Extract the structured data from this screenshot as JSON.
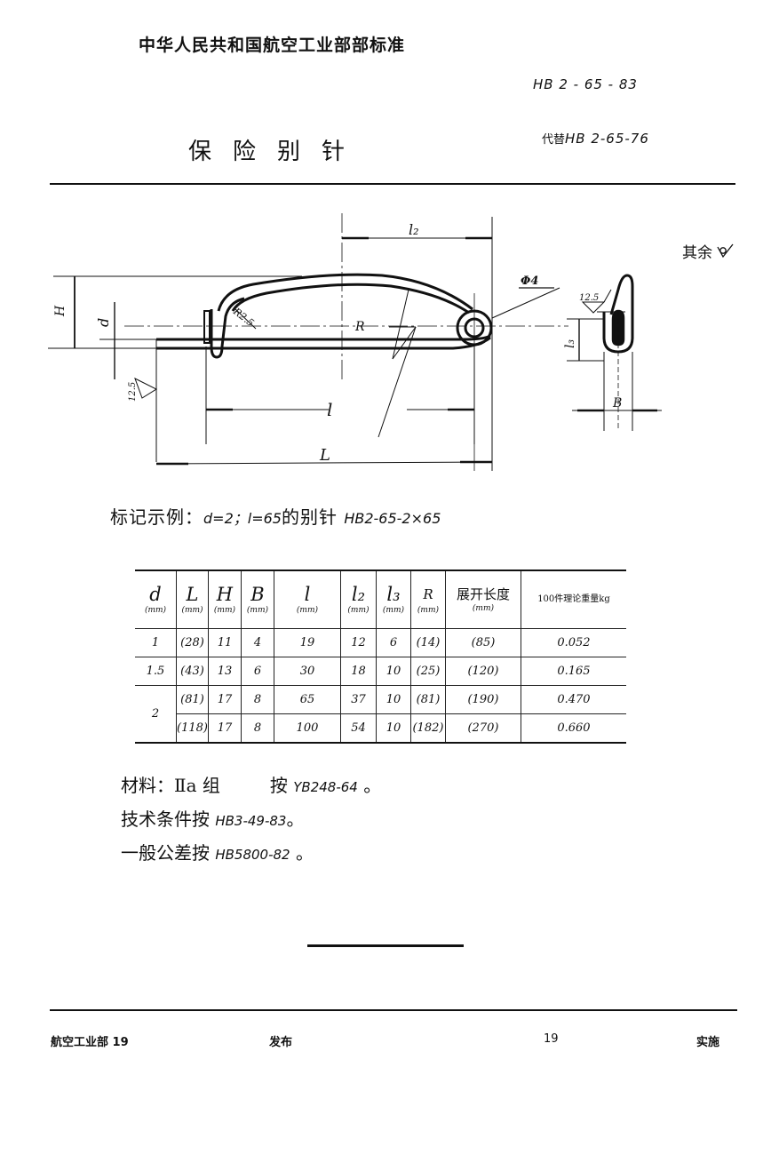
{
  "header": {
    "organization": "中华人民共和国航空工业部部标准",
    "standard_number": "HB 2 - 65 - 83",
    "title": "保险别针",
    "replaces_label": "代替",
    "replaces_code": "HB 2-65-76"
  },
  "drawing": {
    "surface_rest_label": "其余",
    "surface_rest_symbol": "circle-checkmark",
    "dimension_labels": {
      "H": "H",
      "d": "d",
      "R25": "R2.5",
      "R": "R",
      "l2": "l₂",
      "phi4": "Φ4",
      "l": "l",
      "L": "L",
      "l3": "l₃",
      "B": "B",
      "roughness_left": "12.5",
      "roughness_right": "12.5"
    }
  },
  "marking_example": {
    "label": "标记示例：",
    "condition": "d=2；l=65",
    "object": "的别针",
    "code": "HB2-65-2×65"
  },
  "table": {
    "columns": [
      {
        "symbol": "d",
        "unit": "(mm)"
      },
      {
        "symbol": "L",
        "unit": "(mm)"
      },
      {
        "symbol": "H",
        "unit": "(mm)"
      },
      {
        "symbol": "B",
        "unit": "(mm)"
      },
      {
        "symbol": "l",
        "unit": "(mm)"
      },
      {
        "symbol": "l₂",
        "unit": "(mm)"
      },
      {
        "symbol": "l₃",
        "unit": "(mm)"
      },
      {
        "symbol": "R",
        "unit": "(mm)"
      },
      {
        "symbol": "展开长度",
        "unit": "(mm)"
      },
      {
        "symbol": "100件理论重量kg",
        "unit": ""
      }
    ],
    "rows": [
      {
        "d": "1",
        "L": "(28)",
        "H": "11",
        "B": "4",
        "l": "19",
        "l2": "12",
        "l3": "6",
        "R": "(14)",
        "developed_length": "(85)",
        "weight": "0.052"
      },
      {
        "d": "1.5",
        "L": "(43)",
        "H": "13",
        "B": "6",
        "l": "30",
        "l2": "18",
        "l3": "10",
        "R": "(25)",
        "developed_length": "(120)",
        "weight": "0.165"
      },
      {
        "d": "2",
        "L": "(81)",
        "H": "17",
        "B": "8",
        "l": "65",
        "l2": "37",
        "l3": "10",
        "R": "(81)",
        "developed_length": "(190)",
        "weight": "0.470"
      },
      {
        "d": "",
        "L": "(118)",
        "H": "17",
        "B": "8",
        "l": "100",
        "l2": "54",
        "l3": "10",
        "R": "(182)",
        "developed_length": "(270)",
        "weight": "0.660"
      }
    ]
  },
  "notes": {
    "material_label": "材料：",
    "material_group": "Ⅱa 组",
    "material_per": "按",
    "material_code": "YB248-64",
    "technical_label": "技术条件按",
    "technical_code": "HB3-49-83",
    "tolerance_label": "一般公差按",
    "tolerance_code": "HB5800-82",
    "period": "。"
  },
  "footer": {
    "issuer": "航空工业部 19",
    "issued_label": "发布",
    "effective_year": "19",
    "effective_label": "实施"
  }
}
